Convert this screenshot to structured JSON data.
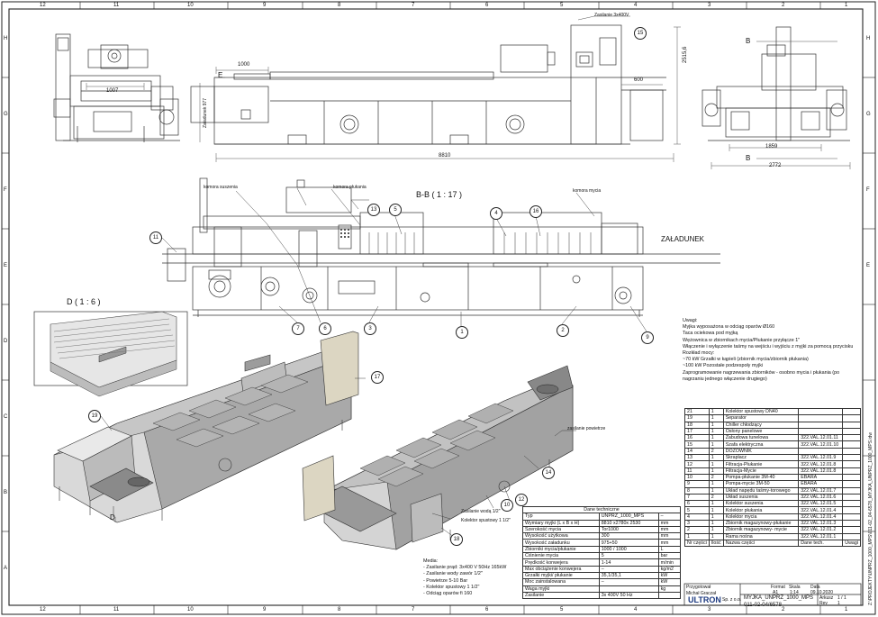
{
  "frame": {
    "top_cols": [
      "12",
      "11",
      "10",
      "9",
      "8",
      "7",
      "6",
      "5",
      "4",
      "3",
      "2",
      "1"
    ],
    "bottom_cols": [
      "12",
      "11",
      "10",
      "9",
      "8",
      "7",
      "6",
      "5",
      "4",
      "3",
      "2",
      "1"
    ],
    "rows": [
      "H",
      "G",
      "F",
      "E",
      "D",
      "C",
      "B",
      "A"
    ]
  },
  "top_view": {
    "dim_1007": "1007",
    "dim_1000": "1000",
    "dim_600": "600",
    "dim_2515": "2515,6",
    "dim_8810": "8810",
    "dim_zaladunek": "Załadunek 977",
    "label_e": "E",
    "zasilanie": "Zasilanie 3x400V",
    "dim_1859": "1859",
    "dim_2772": "2772",
    "label_b1": "B",
    "label_b2": "B"
  },
  "section_view": {
    "title": "B-B ( 1 : 17 )",
    "zaladunek": "ZAŁADUNEK",
    "komora_suszenia": "komora suszenia",
    "komora_plukania": "komora płukania",
    "komora_mycia": "komora mycia"
  },
  "balloons": [
    "11",
    "13",
    "5",
    "4",
    "16",
    "7",
    "6",
    "3",
    "1",
    "2",
    "9",
    "15",
    "17",
    "19",
    "14",
    "12",
    "10",
    "18"
  ],
  "detail_d": {
    "title": "D ( 1 : 6 )",
    "label": "D"
  },
  "iso_labels": {
    "zasilanie_powietrze": "zasilanie powietrze",
    "zasilanie_woda": "Zasilanie wodą 1/2\"",
    "kolektor": "Kolektor spustowy 1 1/2\""
  },
  "uwagi": {
    "title": "Uwagi:",
    "lines": [
      "Myjka wyposażona w odciąg oparów Ø160",
      "Taca ociekowa pod myjką",
      "Wężownica w zbiornikach mycia/Płukanie przyłącze 1\"",
      "Włączenie i wyłączenie taśmy na wejściu i wyjściu z myjki za pomocą przycisku",
      "Rozkład mocy:",
      "  ~70 kW Grzałki w kąpieli (zbiornik mycia/zbiornik płukania)",
      "  ~100 kW Pozostałe podzespoły myjki",
      "Zaprogramowanie nagrzewania zbiorników - osobno mycia i płukania (po",
      "nagrzaniu jednego włączenie drugiego)"
    ]
  },
  "media": {
    "title": "Media:",
    "lines": [
      "- Zasilanie prąd: 3x400 V 50Hz  165kW",
      "- Zasilanie wody zawór 1/2\"",
      "- Powietrze 5-10 Bar",
      "- Kolektor spustowy 1 1/2\"",
      "- Odciąg oparów fi 160"
    ]
  },
  "tech": {
    "title": "Dane techniczne",
    "rows": [
      [
        "Typ",
        "UNPRZ_1000_MPS",
        "–"
      ],
      [
        "Wymiary myjki (L x B x H)",
        "8810 x2780x 2530",
        "mm"
      ],
      [
        "Szerokość mycia",
        "Tor1000",
        "mm"
      ],
      [
        "Wysokość użytkowa",
        "300",
        "mm"
      ],
      [
        "Wysokość załadunku",
        "975+50",
        "mm"
      ],
      [
        "Zbiorniki mycia/płukanie",
        "1000 / 1000",
        "L"
      ],
      [
        "Ciśnienie mycia",
        "5",
        "bar"
      ],
      [
        "Prędkość konwejera",
        "1-14",
        "m/min"
      ],
      [
        "Max obciążenie konwejera",
        "–",
        "kg/m2"
      ],
      [
        "Grzałki myjki/ płukanie",
        "35,1/35,1",
        "kW"
      ],
      [
        "Moc zainstalowana",
        "–",
        "kW"
      ],
      [
        "Waga myjki",
        "",
        "kg"
      ],
      [
        "Zasilanie",
        "3x 400V 50 Hz",
        ""
      ]
    ]
  },
  "bom": {
    "rows": [
      [
        "21",
        "1",
        "Kolektor spustowy DN40",
        ""
      ],
      [
        "19",
        "1",
        "Separator",
        ""
      ],
      [
        "18",
        "1",
        "Chiller chłodzący",
        ""
      ],
      [
        "17",
        "1",
        "Osłony panelowe",
        ""
      ],
      [
        "16",
        "1",
        "Zabudowa tunelowa",
        "322.VAL.12.01.11"
      ],
      [
        "15",
        "1",
        "Szafa elektryczna",
        "322.VAL.12.01.10"
      ],
      [
        "14",
        "2",
        "DOZOWNIK",
        ""
      ],
      [
        "13",
        "1",
        "Skraplacz",
        "322.VAL.12.01.9"
      ],
      [
        "12",
        "1",
        "Filtracja-Płukanie",
        "322.VAL.12.01.8"
      ],
      [
        "11",
        "1",
        "Filtracja-Mycie",
        "322.VAL.12.01.8"
      ],
      [
        "10",
        "2",
        "Pompa-płukanie 3M-40",
        "EBARA"
      ],
      [
        "9",
        "1",
        "Pompa-mycie 3M-50",
        "EBARA"
      ],
      [
        "8",
        "1",
        "Układ napędu taśmy-torowego",
        "322.VAL.12.01.7"
      ],
      [
        "7",
        "2",
        "Układ suszenia",
        "322.VAL.12.01.6"
      ],
      [
        "6",
        "1",
        "Kolektor suszenia",
        "322.VAL.12.01.5"
      ],
      [
        "5",
        "1",
        "Kolektor płukania",
        "322.VAL.12.01.4"
      ],
      [
        "4",
        "1",
        "Kolektor mycia",
        "322.VAL.12.01.4"
      ],
      [
        "3",
        "1",
        "Zbiornik magazynowy-płukanie",
        "322.VAL.12.01.3"
      ],
      [
        "2",
        "1",
        "Zbiornik magazynowy- mycie",
        "322.VAL.12.01.2"
      ],
      [
        "1",
        "1",
        "Rama nośna",
        "322.VAL.12.01.1"
      ]
    ],
    "header": [
      "Nr części",
      "Ilość",
      "Nazwa części",
      "Dane tech."
    ]
  },
  "title_block": {
    "uwagi": "Uwagi",
    "format_label": "Format",
    "format": "A1",
    "scale_label": "Skala",
    "scale": "1:14",
    "date_label": "Data",
    "date": "09.10.2020",
    "drawn_label": "Przygotował",
    "drawn_by": "Michał Graczał",
    "company": "ULTRON",
    "company_sub": "Sp. z o.o.",
    "name": "MYJKA_UNPRZ_1000_MPS",
    "number": "011-02-04/6578",
    "sheet_label": "Arkusz",
    "sheet": "1 / 1",
    "rev_label": "Rev",
    "rev": "1"
  },
  "side_text": "Z:\\PROJEKTY\\UNPRZ_1000_MPS\\011-02_04-6578_MYJKA_UNPRZ_1000_MPS.idw"
}
